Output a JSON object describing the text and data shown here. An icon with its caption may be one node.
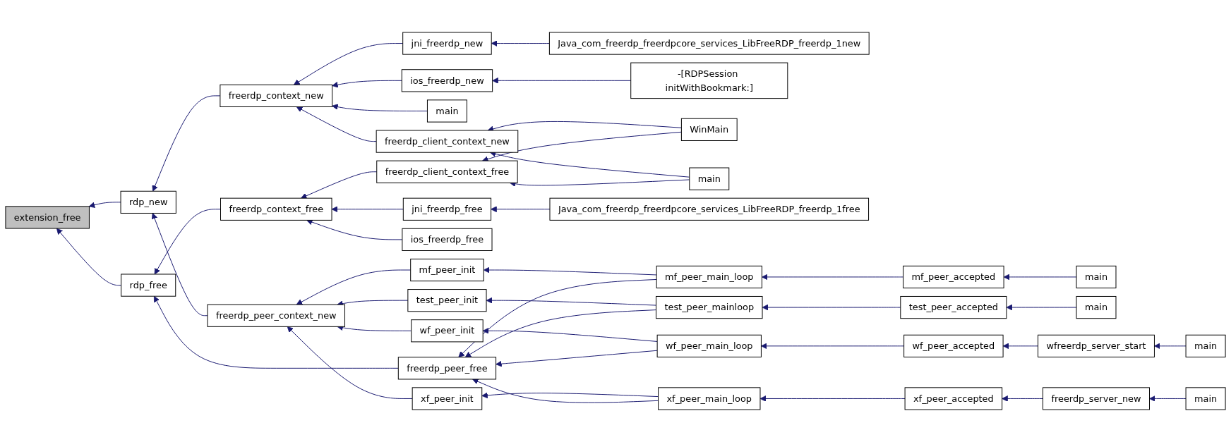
{
  "diagram": {
    "nodes": [
      {
        "text": [
          "extension_free"
        ]
      },
      {
        "text": [
          "rdp_new"
        ]
      },
      {
        "text": [
          "rdp_free"
        ]
      },
      {
        "text": [
          "freerdp_context_new"
        ]
      },
      {
        "text": [
          "freerdp_context_free"
        ]
      },
      {
        "text": [
          "freerdp_peer_context_new"
        ]
      },
      {
        "text": [
          "jni_freerdp_new"
        ]
      },
      {
        "text": [
          "ios_freerdp_new"
        ]
      },
      {
        "text": [
          "main"
        ]
      },
      {
        "text": [
          "freerdp_client_context_new"
        ]
      },
      {
        "text": [
          "freerdp_client_context_free"
        ]
      },
      {
        "text": [
          "jni_freerdp_free"
        ]
      },
      {
        "text": [
          "ios_freerdp_free"
        ]
      },
      {
        "text": [
          "mf_peer_init"
        ]
      },
      {
        "text": [
          "test_peer_init"
        ]
      },
      {
        "text": [
          "wf_peer_init"
        ]
      },
      {
        "text": [
          "freerdp_peer_free"
        ]
      },
      {
        "text": [
          "xf_peer_init"
        ]
      },
      {
        "text": [
          "Java_com_freerdp_freerdpcore_services_LibFreeRDP_freerdp_1new"
        ]
      },
      {
        "text": [
          "-[RDPSession initWithBookmark:]"
        ]
      },
      {
        "text": [
          "WinMain"
        ]
      },
      {
        "text": [
          "main"
        ]
      },
      {
        "text": [
          "Java_com_freerdp_freerdpcore_services_LibFreeRDP_freerdp_1free"
        ]
      },
      {
        "text": [
          "mf_peer_main_loop"
        ]
      },
      {
        "text": [
          "test_peer_mainloop"
        ]
      },
      {
        "text": [
          "wf_peer_main_loop"
        ]
      },
      {
        "text": [
          "xf_peer_main_loop"
        ]
      },
      {
        "text": [
          "mf_peer_accepted"
        ]
      },
      {
        "text": [
          "test_peer_accepted"
        ]
      },
      {
        "text": [
          "wf_peer_accepted"
        ]
      },
      {
        "text": [
          "xf_peer_accepted"
        ]
      },
      {
        "text": [
          "main"
        ]
      },
      {
        "text": [
          "main"
        ]
      },
      {
        "text": [
          "wfreerdp_server_start"
        ]
      },
      {
        "text": [
          "freerdp_server_new"
        ]
      },
      {
        "text": [
          "main"
        ]
      },
      {
        "text": [
          "main"
        ]
      }
    ],
    "edges": [
      {
        "from": 1,
        "to": 0,
        "arrow": "to"
      },
      {
        "from": 2,
        "to": 0,
        "arrow": "to"
      },
      {
        "from": 3,
        "to": 1,
        "arrow": "to"
      },
      {
        "from": 5,
        "to": 1,
        "arrow": "to"
      },
      {
        "from": 4,
        "to": 2,
        "arrow": "to"
      },
      {
        "from": 16,
        "to": 2,
        "arrow": "to"
      },
      {
        "from": 6,
        "to": 3,
        "arrow": "to"
      },
      {
        "from": 7,
        "to": 3,
        "arrow": "to"
      },
      {
        "from": 8,
        "to": 3,
        "arrow": "to"
      },
      {
        "from": 9,
        "to": 3,
        "arrow": "to"
      },
      {
        "from": 10,
        "to": 4,
        "arrow": "to"
      },
      {
        "from": 11,
        "to": 4,
        "arrow": "to"
      },
      {
        "from": 12,
        "to": 4,
        "arrow": "to"
      },
      {
        "from": 13,
        "to": 5,
        "arrow": "to"
      },
      {
        "from": 14,
        "to": 5,
        "arrow": "to"
      },
      {
        "from": 15,
        "to": 5,
        "arrow": "to"
      },
      {
        "from": 17,
        "to": 5,
        "arrow": "to"
      },
      {
        "from": 18,
        "to": 6,
        "arrow": "to"
      },
      {
        "from": 19,
        "to": 7,
        "arrow": "to"
      },
      {
        "from": 20,
        "to": 9,
        "arrow": "to"
      },
      {
        "from": 21,
        "to": 9,
        "arrow": "to"
      },
      {
        "from": 20,
        "to": 10,
        "arrow": "to"
      },
      {
        "from": 21,
        "to": 10,
        "arrow": "to"
      },
      {
        "from": 22,
        "to": 11,
        "arrow": "to"
      },
      {
        "from": 23,
        "to": 13,
        "arrow": "to"
      },
      {
        "from": 24,
        "to": 14,
        "arrow": "to"
      },
      {
        "from": 25,
        "to": 15,
        "arrow": "to"
      },
      {
        "from": 26,
        "to": 17,
        "arrow": "to"
      },
      {
        "from": 23,
        "to": 16,
        "arrow": "to"
      },
      {
        "from": 24,
        "to": 16,
        "arrow": "to"
      },
      {
        "from": 25,
        "to": 16,
        "arrow": "to"
      },
      {
        "from": 26,
        "to": 16,
        "arrow": "to"
      },
      {
        "from": 27,
        "to": 23,
        "arrow": "to"
      },
      {
        "from": 28,
        "to": 24,
        "arrow": "to"
      },
      {
        "from": 29,
        "to": 25,
        "arrow": "to"
      },
      {
        "from": 30,
        "to": 26,
        "arrow": "to"
      },
      {
        "from": 31,
        "to": 27,
        "arrow": "to"
      },
      {
        "from": 32,
        "to": 28,
        "arrow": "to"
      },
      {
        "from": 33,
        "to": 29,
        "arrow": "to"
      },
      {
        "from": 34,
        "to": 30,
        "arrow": "to"
      },
      {
        "from": 35,
        "to": 33,
        "arrow": "to"
      },
      {
        "from": 36,
        "to": 34,
        "arrow": "to"
      }
    ]
  }
}
